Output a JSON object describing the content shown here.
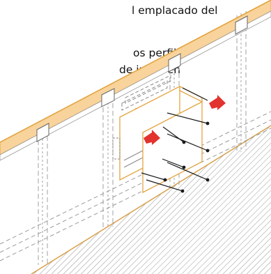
{
  "text": {
    "lines": [
      "l emplacado del",
      "os perfiles o",
      "de junta en"
    ]
  },
  "colors": {
    "beam_fill": "#f8d39b",
    "beam_edge": "#e3a441",
    "arrow": "#e2332e",
    "line": "#1a1a1a",
    "hatch": "#8c8c8c"
  },
  "icons": {
    "arrow_upper": "red-arrow-icon",
    "arrow_lower": "red-arrow-icon"
  }
}
